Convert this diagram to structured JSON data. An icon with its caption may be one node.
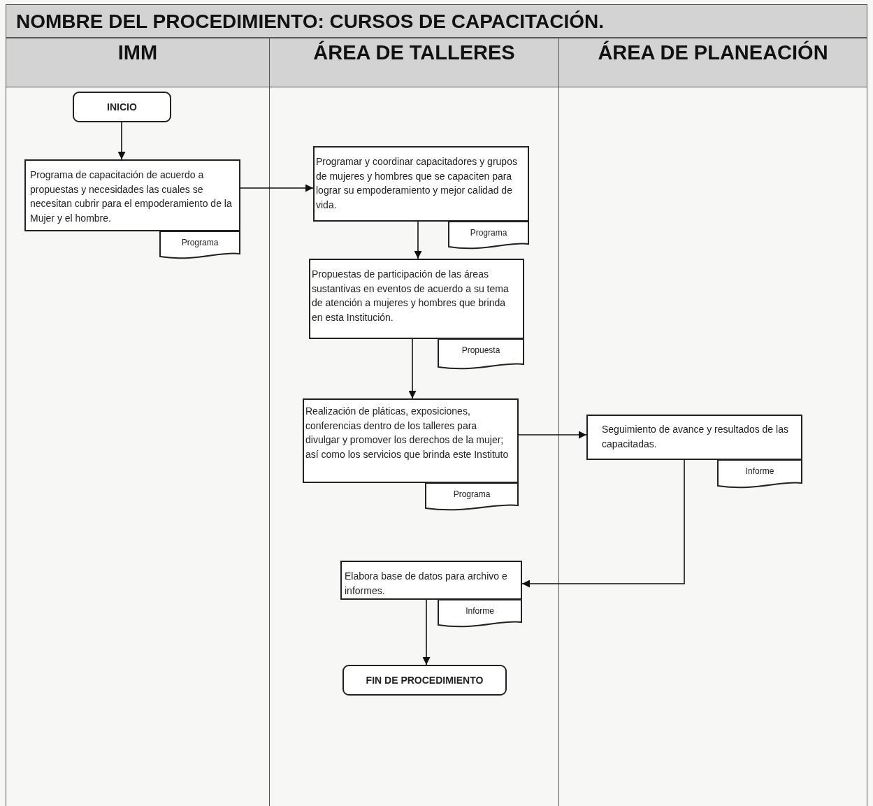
{
  "diagram": {
    "title": "NOMBRE DEL PROCEDIMIENTO: CURSOS DE CAPACITACIÓN.",
    "nodes": [
      {
        "text": [
          "IMM"
        ]
      },
      {
        "text": [
          "ÁREA DE TALLERES"
        ]
      },
      {
        "text": [
          "ÁREA DE PLANEACIÓN"
        ]
      },
      {
        "text": [
          "INICIO"
        ],
        "in": 0
      },
      {
        "text": [
          "Programa de capacitación de acuerdo a propuestas y necesidades las cuales se necesitan cubrir para el empoderamiento de la Mujer y el hombre."
        ],
        "in": 0
      },
      {
        "text": [
          "Programa"
        ],
        "in": 0
      },
      {
        "text": [
          "Programar y coordinar capacitadores y grupos de mujeres y hombres que se capaciten para lograr su empoderamiento y mejor calidad de vida."
        ],
        "in": 1
      },
      {
        "text": [
          "Programa"
        ],
        "in": 1
      },
      {
        "text": [
          "Propuestas de participación de las áreas sustantivas en eventos de acuerdo a su tema de atención a mujeres y hombres que brinda en esta Institución."
        ],
        "in": 1
      },
      {
        "text": [
          "Propuesta"
        ],
        "in": 1
      },
      {
        "text": [
          "Realización de pláticas, exposiciones, conferencias dentro de los talleres para divulgar y promover los derechos de la mujer; así como los servicios que brinda este Instituto"
        ],
        "in": 1
      },
      {
        "text": [
          "Programa"
        ],
        "in": 1
      },
      {
        "text": [
          "Seguimiento de avance y resultados de las capacitadas."
        ],
        "in": 2
      },
      {
        "text": [
          "Informe"
        ],
        "in": 2
      },
      {
        "text": [
          "Elabora base de datos para archivo e informes."
        ],
        "in": 1
      },
      {
        "text": [
          "Informe"
        ],
        "in": 1
      },
      {
        "text": [
          "FIN DE PROCEDIMIENTO"
        ],
        "in": 1
      }
    ],
    "edges": [
      {
        "from": 3,
        "to": 4,
        "arrow": "to"
      },
      {
        "from": 4,
        "to": 6,
        "arrow": "to"
      },
      {
        "from": 6,
        "to": 8,
        "arrow": "to"
      },
      {
        "from": 8,
        "to": 10,
        "arrow": "to"
      },
      {
        "from": 10,
        "to": 12,
        "arrow": "to"
      },
      {
        "from": 12,
        "to": 14,
        "arrow": "to"
      },
      {
        "from": 14,
        "to": 16,
        "arrow": "to"
      }
    ]
  }
}
